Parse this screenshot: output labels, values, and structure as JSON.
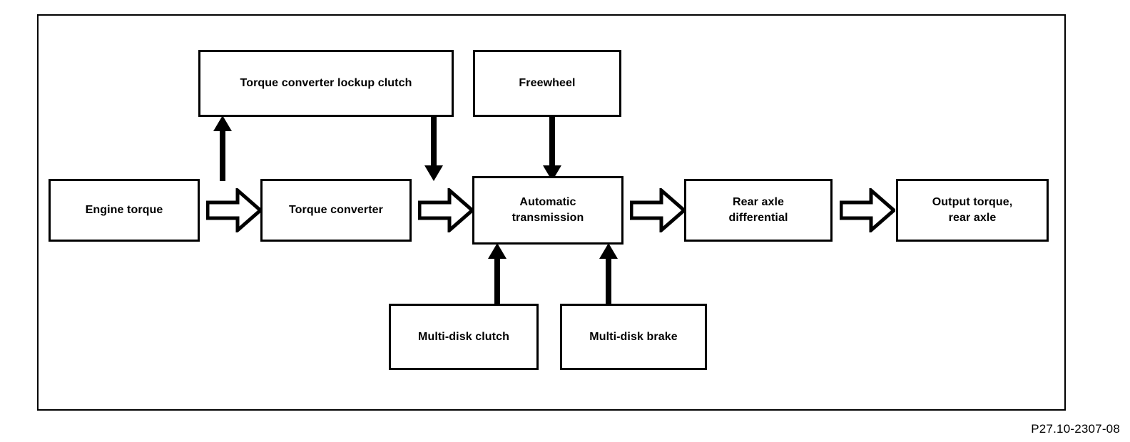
{
  "diagram": {
    "caption": "P27.10-2307-08",
    "colors": {
      "line": "#000000",
      "background": "#ffffff",
      "text": "#000000"
    },
    "nodes": [
      {
        "id": "engine-torque",
        "label": "Engine torque"
      },
      {
        "id": "torque-converter",
        "label": "Torque converter"
      },
      {
        "id": "automatic-transmission",
        "label": "Automatic\ntransmission"
      },
      {
        "id": "rear-axle-differential",
        "label": "Rear axle\ndifferential"
      },
      {
        "id": "output-torque-rear-axle",
        "label": "Output torque,\nrear axle"
      },
      {
        "id": "torque-converter-lockup-clutch",
        "label": "Torque converter lockup clutch"
      },
      {
        "id": "freewheel",
        "label": "Freewheel"
      },
      {
        "id": "multi-disk-clutch",
        "label": "Multi-disk clutch"
      },
      {
        "id": "multi-disk-brake",
        "label": "Multi-disk brake"
      }
    ],
    "flow_arrows": [
      {
        "id": "engine-to-converter",
        "from": "engine-torque",
        "to": "torque-converter",
        "style": "hollow-block",
        "direction": "right"
      },
      {
        "id": "converter-to-transmission",
        "from": "torque-converter",
        "to": "automatic-transmission",
        "style": "hollow-block",
        "direction": "right"
      },
      {
        "id": "transmission-to-differential",
        "from": "automatic-transmission",
        "to": "rear-axle-differential",
        "style": "hollow-block",
        "direction": "right"
      },
      {
        "id": "differential-to-output",
        "from": "rear-axle-differential",
        "to": "output-torque-rear-axle",
        "style": "hollow-block",
        "direction": "right"
      },
      {
        "id": "converter-to-lockup-clutch",
        "from": "torque-converter",
        "to": "torque-converter-lockup-clutch",
        "style": "solid",
        "direction": "up"
      },
      {
        "id": "lockup-clutch-to-transmission",
        "from": "torque-converter-lockup-clutch",
        "to": "automatic-transmission",
        "style": "solid",
        "direction": "down"
      },
      {
        "id": "freewheel-to-transmission",
        "from": "freewheel",
        "to": "automatic-transmission",
        "style": "solid",
        "direction": "down"
      },
      {
        "id": "multi-disk-clutch-to-transmission",
        "from": "multi-disk-clutch",
        "to": "automatic-transmission",
        "style": "solid",
        "direction": "up"
      },
      {
        "id": "multi-disk-brake-to-transmission",
        "from": "multi-disk-brake",
        "to": "automatic-transmission",
        "style": "solid",
        "direction": "up"
      }
    ]
  }
}
